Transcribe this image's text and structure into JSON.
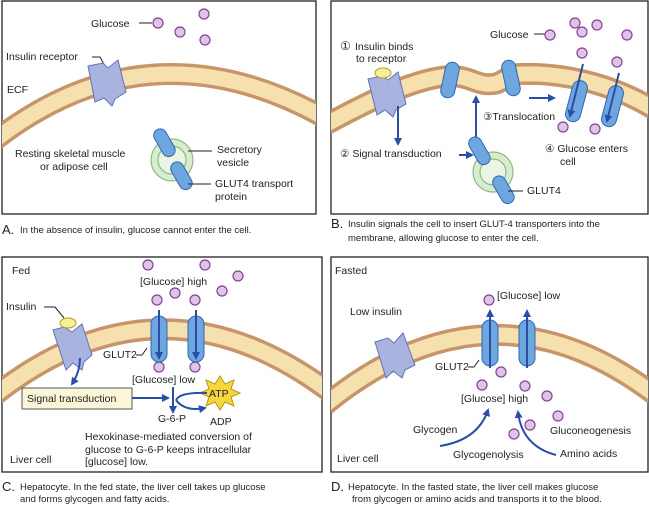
{
  "colors": {
    "membrane_outer": "#c8956b",
    "membrane_inner": "#f6e0ae",
    "glucose": "#dcc6e6",
    "transporter": "#6ea6e0",
    "receptor": "#a9b3e0",
    "insulin": "#f7ee9c",
    "arrow": "#2a4ea6",
    "atp": "#f5d63d"
  },
  "panel_a": {
    "glucose": "Glucose",
    "insulin_receptor": "Insulin receptor",
    "ecf": "ECF",
    "cell_line1": "Resting skeletal muscle",
    "cell_line2": "or adipose cell",
    "vesicle_line1": "Secretory",
    "vesicle_line2": "vesicle",
    "glut4_line1": "GLUT4 transport",
    "glut4_line2": "protein",
    "letter": "A.",
    "caption": "In the absence of insulin, glucose cannot enter the cell."
  },
  "panel_b": {
    "step1_num": "①",
    "step1_line1": "Insulin binds",
    "step1_line2": "to receptor",
    "step2": "② Signal transduction",
    "step3": "③Translocation",
    "step4_line1": "④ Glucose enters",
    "step4_line2": "cell",
    "glucose": "Glucose",
    "glut4": "GLUT4",
    "letter": "B.",
    "caption_line1": "Insulin signals the cell to insert GLUT-4 transporters into the",
    "caption_line2": "membrane, allowing glucose to enter the cell."
  },
  "panel_c": {
    "state": "Fed",
    "glucose_high": "[Glucose] high",
    "insulin": "Insulin",
    "glut2": "GLUT2",
    "glucose_low": "[Glucose] low",
    "signal_transduction": "Signal transduction",
    "atp": "ATP",
    "adp": "ADP",
    "g6p": "G-6-P",
    "note_line1": "Hexokinase-mediated conversion of",
    "note_line2": "glucose to G-6-P keeps intracellular",
    "note_line3": "[glucose] low.",
    "cell": "Liver cell",
    "letter": "C.",
    "caption_line1": "Hepatocyte.  In the fed state, the liver cell takes up glucose",
    "caption_line2": "and forms glycogen and fatty acids."
  },
  "panel_d": {
    "state": "Fasted",
    "low_insulin": "Low insulin",
    "glucose_low": "[Glucose] low",
    "glut2": "GLUT2",
    "glucose_high": "[Glucose] high",
    "glycogen": "Glycogen",
    "glycogenolysis": "Glycogenolysis",
    "gluconeogenesis": "Gluconeogenesis",
    "amino_acids": "Amino acids",
    "cell": "Liver cell",
    "letter": "D.",
    "caption_line1": "Hepatocyte.  In the fasted state, the liver cell makes glucose",
    "caption_line2": "from glycogen or amino acids and transports it to the blood."
  }
}
